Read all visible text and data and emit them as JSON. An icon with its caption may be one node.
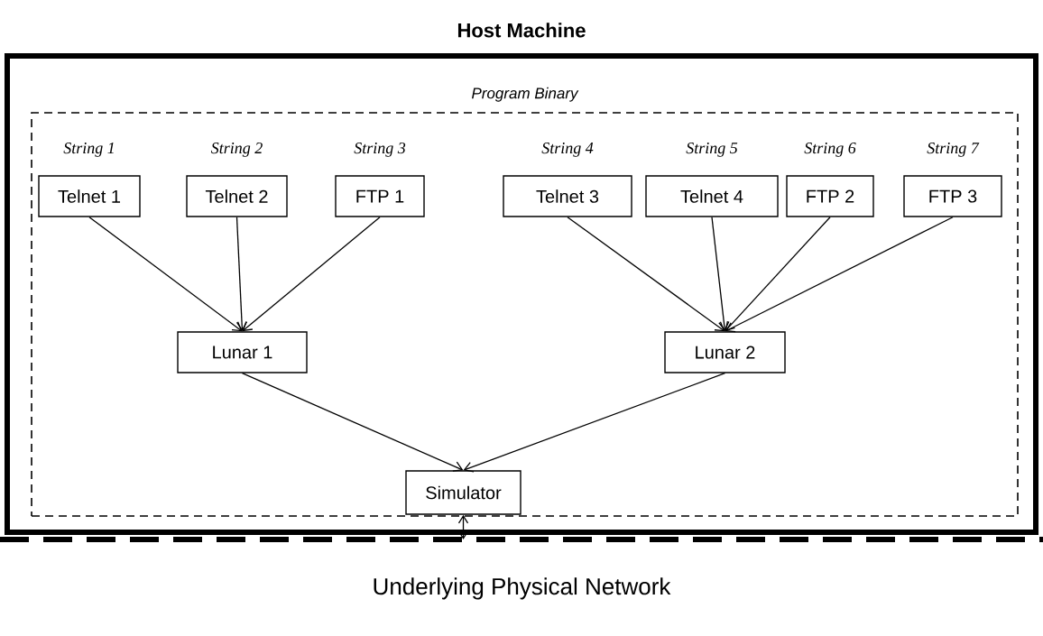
{
  "diagram": {
    "nodes": [
      {
        "text": [
          "Host Machine"
        ]
      },
      {
        "text": [
          "Program Binary"
        ],
        "in": 0
      },
      {
        "text": [
          "Telnet 1"
        ],
        "beside": [
          "String 1"
        ],
        "in": 1
      },
      {
        "text": [
          "Telnet 2"
        ],
        "beside": [
          "String 2"
        ],
        "in": 1
      },
      {
        "text": [
          "FTP 1"
        ],
        "beside": [
          "String 3"
        ],
        "in": 1
      },
      {
        "text": [
          "Telnet 3"
        ],
        "beside": [
          "String 4"
        ],
        "in": 1
      },
      {
        "text": [
          "Telnet 4"
        ],
        "beside": [
          "String 5"
        ],
        "in": 1
      },
      {
        "text": [
          "FTP 2"
        ],
        "beside": [
          "String 6"
        ],
        "in": 1
      },
      {
        "text": [
          "FTP 3"
        ],
        "beside": [
          "String 7"
        ],
        "in": 1
      },
      {
        "text": [
          "Lunar 1"
        ],
        "in": 1
      },
      {
        "text": [
          "Lunar 2"
        ],
        "in": 1
      },
      {
        "text": [
          "Simulator"
        ],
        "in": 1
      },
      {
        "text": [
          "Underlying Physical Network"
        ]
      }
    ],
    "edges": [
      {
        "from": 2,
        "to": 9,
        "arrow": "to"
      },
      {
        "from": 3,
        "to": 9,
        "arrow": "to"
      },
      {
        "from": 4,
        "to": 9,
        "arrow": "to"
      },
      {
        "from": 5,
        "to": 10,
        "arrow": "to"
      },
      {
        "from": 6,
        "to": 10,
        "arrow": "to"
      },
      {
        "from": 7,
        "to": 10,
        "arrow": "to"
      },
      {
        "from": 8,
        "to": 10,
        "arrow": "to"
      },
      {
        "from": 9,
        "to": 11,
        "arrow": "to"
      },
      {
        "from": 10,
        "to": 11,
        "arrow": "to"
      },
      {
        "from": 11,
        "to": 12,
        "arrow": "both"
      }
    ]
  }
}
